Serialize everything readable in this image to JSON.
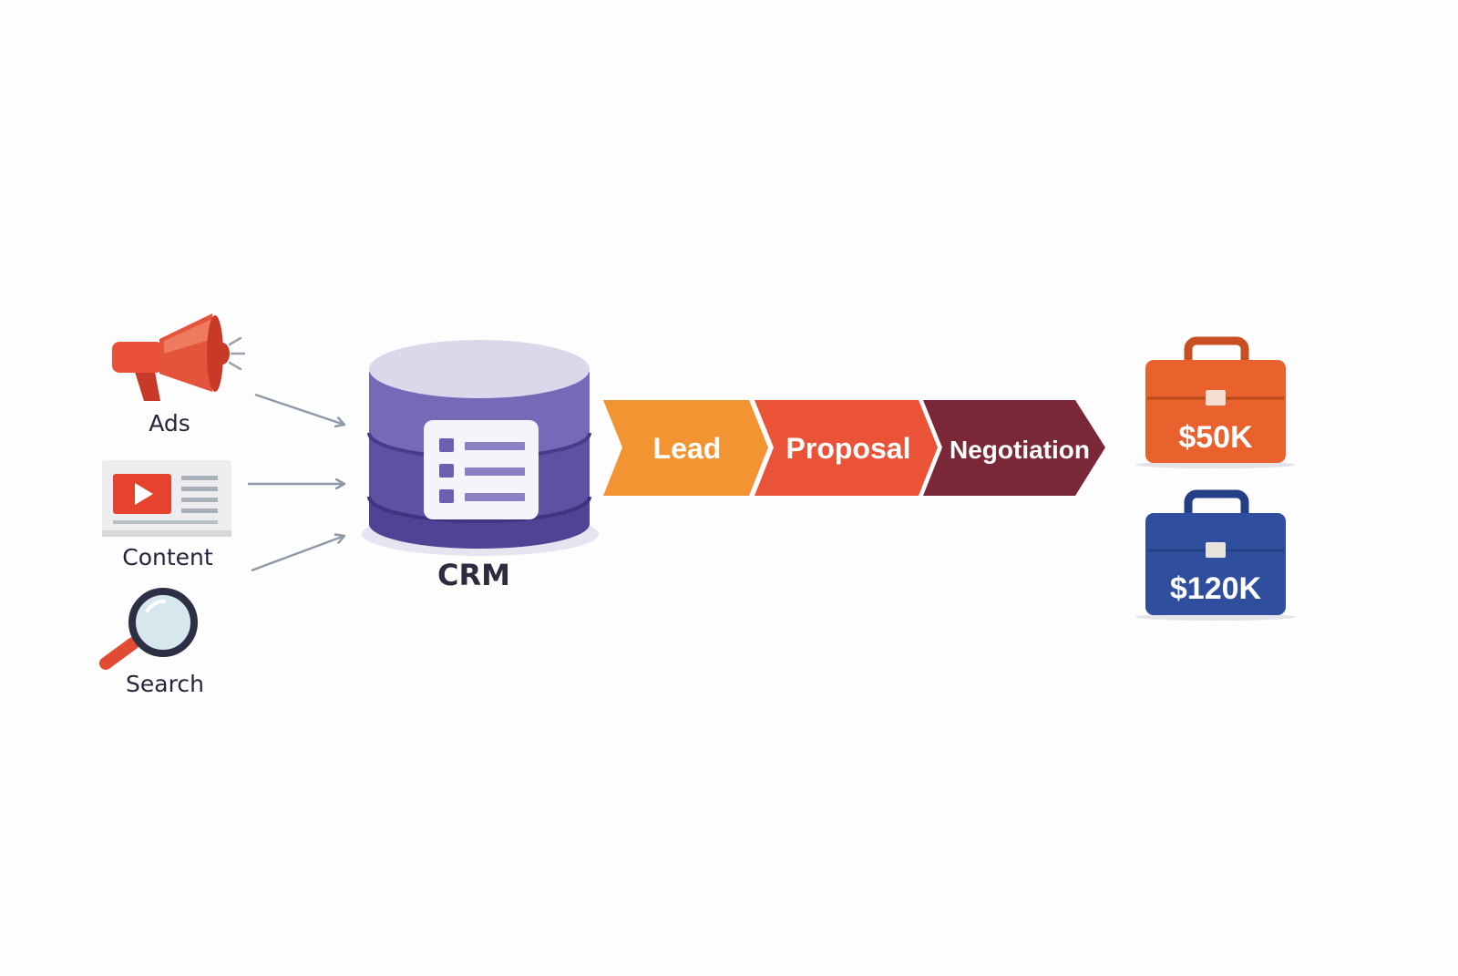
{
  "sources": [
    {
      "label": "Ads",
      "icon": "megaphone-icon"
    },
    {
      "label": "Content",
      "icon": "video-content-icon"
    },
    {
      "label": "Search",
      "icon": "magnifier-icon"
    }
  ],
  "crm": {
    "label": "CRM",
    "icon": "database-icon"
  },
  "stages": [
    {
      "label": "Lead",
      "color": "#f39433"
    },
    {
      "label": "Proposal",
      "color": "#ea5338"
    },
    {
      "label": "Negotiation",
      "color": "#7a2838"
    }
  ],
  "deals": [
    {
      "value": "$50K",
      "color": "#e9622e"
    },
    {
      "value": "$120K",
      "color": "#2f4f9e"
    }
  ],
  "colors": {
    "arrow": "#8d99a6",
    "crm_top": "#dcd8ec",
    "crm_body": "#6b5fb0",
    "crm_band": "#4f4395"
  }
}
